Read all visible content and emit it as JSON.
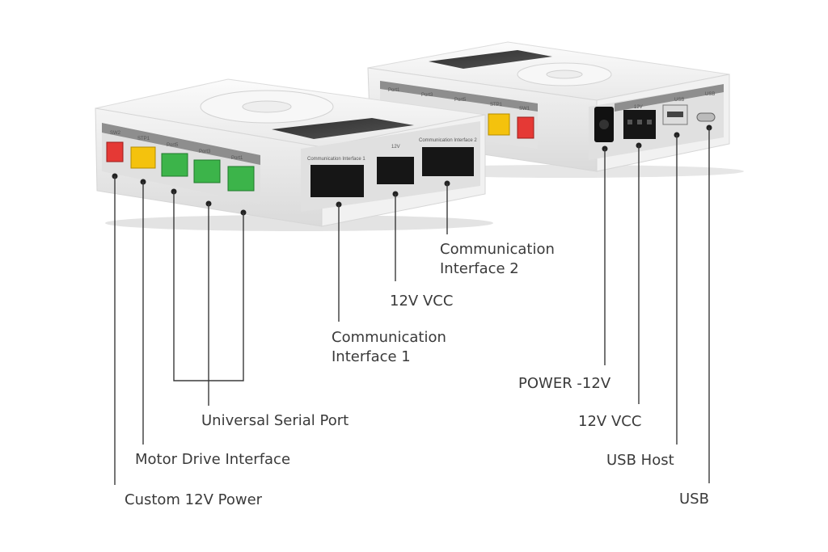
{
  "device_left": {
    "port_labels": [
      "SW2",
      "STP1",
      "Port5",
      "Port3",
      "Port1"
    ],
    "comm1_label": "Communication Interface 1",
    "v12_label": "12V",
    "comm2_label": "Communication Interface 2"
  },
  "device_right": {
    "port_labels": [
      "Port1",
      "Port3",
      "Port5",
      "STP1",
      "SW1"
    ],
    "v12_label": "12V",
    "usb_host_label": "USB",
    "usb_label": "USB"
  },
  "callouts": {
    "comm2": [
      "Communication",
      "Interface 2"
    ],
    "vcc_left": "12V VCC",
    "comm1": [
      "Communication",
      "Interface 1"
    ],
    "universal_serial": "Universal Serial Port",
    "motor_drive": "Motor Drive Interface",
    "custom_power": "Custom 12V Power",
    "power_12v": "POWER -12V",
    "vcc_right": "12V VCC",
    "usb_host": "USB Host",
    "usb": "USB"
  },
  "colors": {
    "port_red": "#e53935",
    "port_yellow": "#f4c20d",
    "port_green": "#3cb44a",
    "body": "#f3f3f3",
    "panel": "#8e8e8e",
    "screen": "#3a3a3a"
  }
}
